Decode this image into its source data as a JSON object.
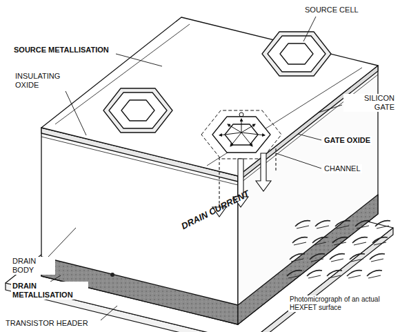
{
  "diagram": {
    "labels": [
      "SOURCE CELL",
      "SOURCE METALLISATION",
      "INSULATING OXIDE",
      "SILICON GATE",
      "GATE OXIDE",
      "CHANNEL",
      "DRAIN CURRENT",
      "DRAIN BODY",
      "DRAIN METALLISATION",
      "TRANSISTOR HEADER",
      "Photomicrograph of an actual HEXFET surface"
    ]
  }
}
